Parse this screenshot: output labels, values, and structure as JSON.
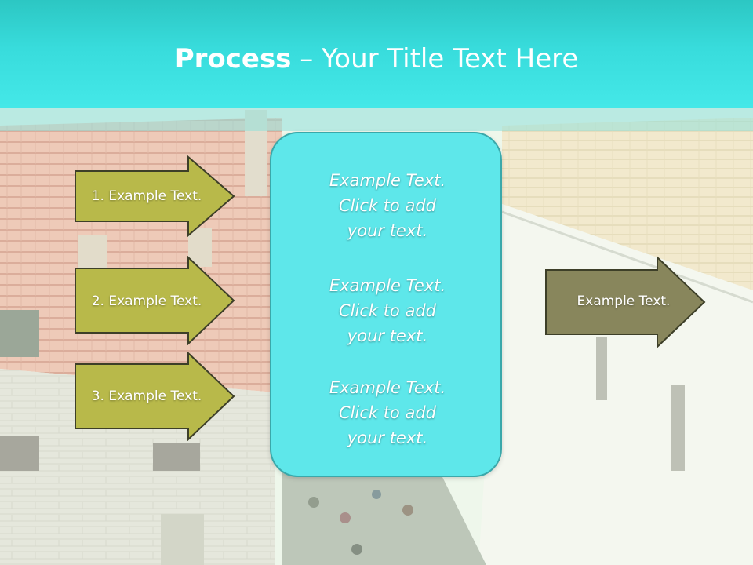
{
  "slide": {
    "title_bold": "Process",
    "title_rest": " – Your Title Text Here",
    "left_steps": [
      {
        "label": "1. Example Text."
      },
      {
        "label": "2. Example Text."
      },
      {
        "label": "3. Example Text."
      }
    ],
    "center_paragraphs": [
      {
        "line1": "Example Text.",
        "line2": "Click  to add",
        "line3": "your text."
      },
      {
        "line1": "Example Text.",
        "line2": "Click  to add",
        "line3": "your text."
      },
      {
        "line1": "Example Text.",
        "line2": "Click  to add",
        "line3": "your text."
      }
    ],
    "right_arrow_label": "Example Text."
  },
  "colors": {
    "header_teal": "#38dcdc",
    "center_box_fill": "#5ee7ea",
    "left_arrow_fill": "#b8b94a",
    "right_arrow_fill": "#88865c"
  }
}
